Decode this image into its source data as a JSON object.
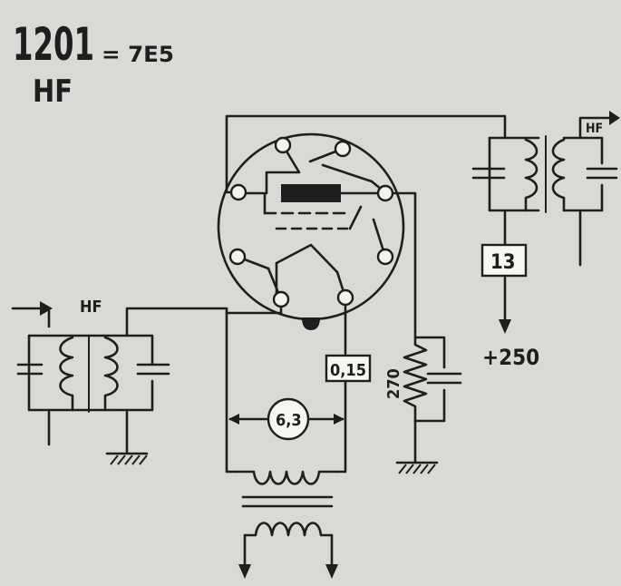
{
  "header": {
    "tube_number": "1201",
    "equivalent": "= 7E5",
    "function": "HF"
  },
  "labels": {
    "input_hf": "HF",
    "output_hf": "HF",
    "supply_voltage": "+250",
    "cathode_resistor": "270",
    "heater_voltage": "6,3",
    "heater_current": "0,15",
    "screen_ref": "13"
  },
  "colors": {
    "ink": "#1e1e1e",
    "paper": "#d9d9d6",
    "box_fill": "#f6f6f3"
  }
}
